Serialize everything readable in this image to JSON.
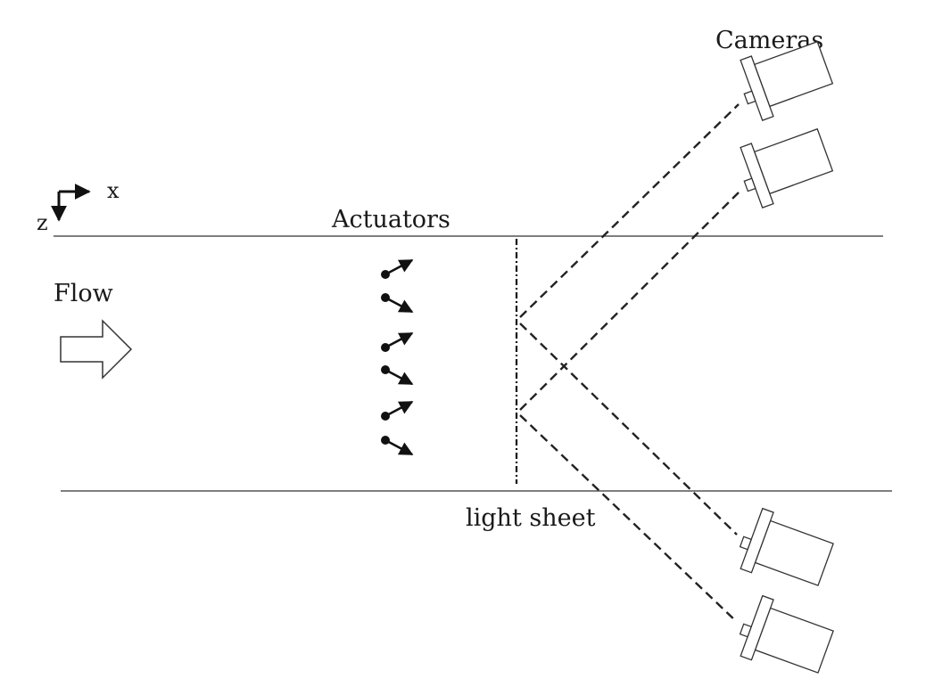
{
  "labels": {
    "axis_x": "x",
    "axis_z": "z",
    "flow": "Flow",
    "actuators": "Actuators",
    "light_sheet": "light sheet",
    "cameras": "Cameras"
  },
  "actuators": [
    {
      "direction": "up-right"
    },
    {
      "direction": "down-right"
    },
    {
      "direction": "up-right"
    },
    {
      "direction": "down-right"
    },
    {
      "direction": "up-right"
    },
    {
      "direction": "down-right"
    }
  ],
  "cameras": [
    {
      "position": "top",
      "tilt": "down-left"
    },
    {
      "position": "upper",
      "tilt": "down-left"
    },
    {
      "position": "lower",
      "tilt": "up-left"
    },
    {
      "position": "bottom",
      "tilt": "up-left"
    }
  ],
  "colors": {
    "line": "#555555",
    "ink": "#111111",
    "background": "#ffffff"
  }
}
